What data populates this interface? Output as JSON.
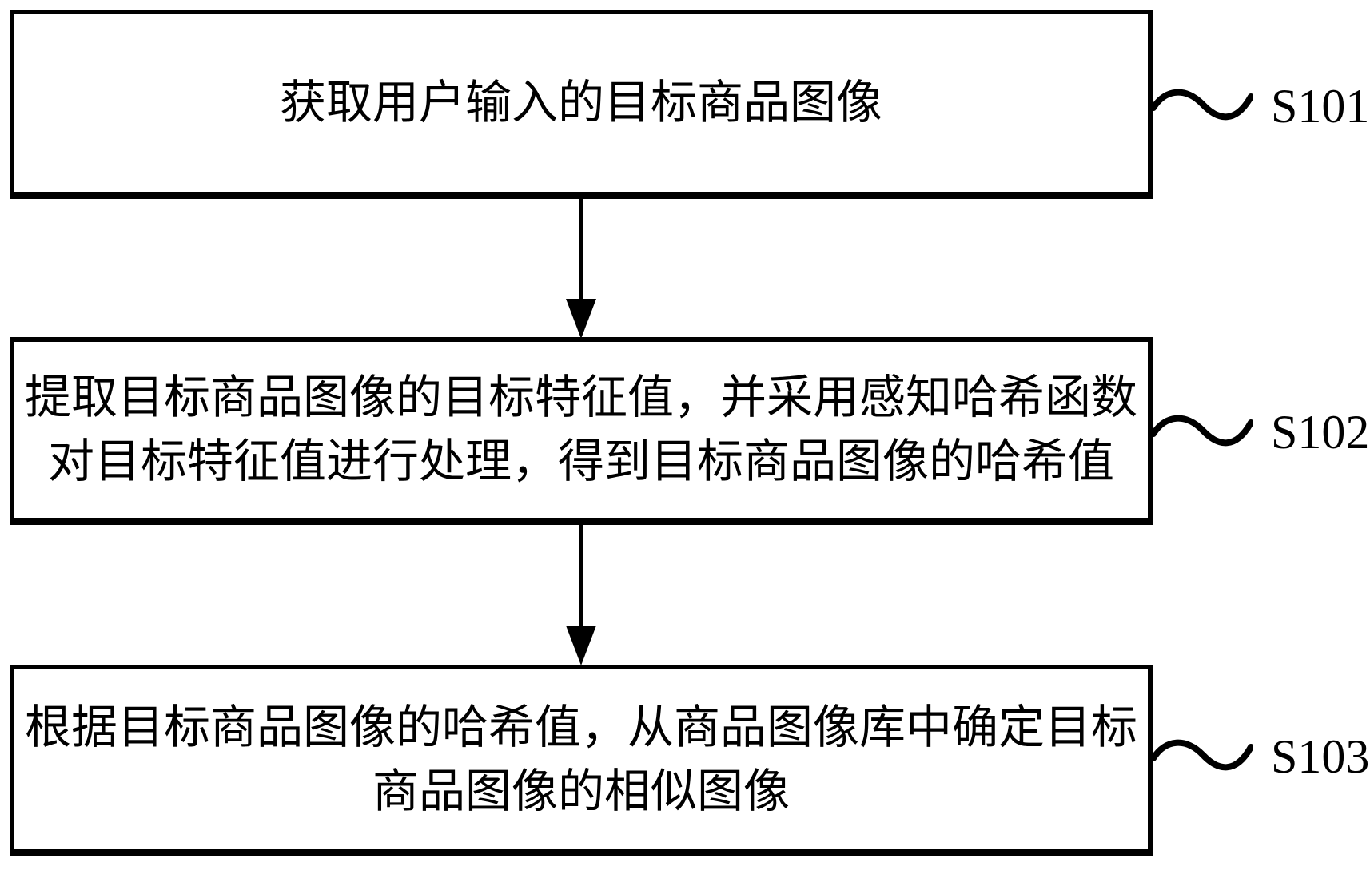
{
  "figure": {
    "type": "flowchart",
    "background_color": "#ffffff",
    "stroke_color": "#000000",
    "steps": [
      {
        "step_label": "S101",
        "lines": [
          "获取用户输入的目标商品图像"
        ]
      },
      {
        "step_label": "S102",
        "lines": [
          "提取目标商品图像的目标特征值，并采用感知哈希函数",
          "对目标特征值进行处理，得到目标商品图像的哈希值"
        ]
      },
      {
        "step_label": "S103",
        "lines": [
          "根据目标商品图像的哈希值，从商品图像库中确定目标",
          "商品图像的相似图像"
        ]
      }
    ]
  }
}
